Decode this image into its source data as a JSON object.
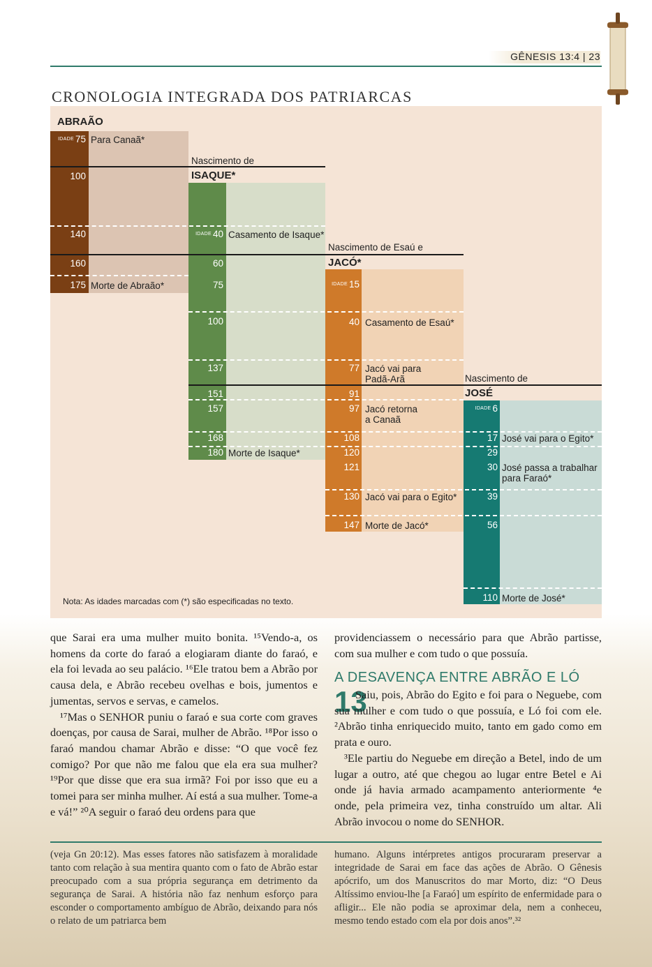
{
  "header": {
    "running_head": "GÊNESIS 13:4  |  23"
  },
  "chart_title": "CRONOLOGIA INTEGRADA DOS PATRIARCAS",
  "chart": {
    "abraao": {
      "name": "ABRAÃO",
      "age_label": "IDADE",
      "rows": [
        {
          "age": "75",
          "text": "Para Canaã*"
        },
        {
          "age": "100",
          "text": ""
        },
        {
          "age": "140",
          "text": ""
        },
        {
          "age": "160",
          "text": ""
        },
        {
          "age": "175",
          "text": "Morte de Abraão*"
        }
      ]
    },
    "isaque": {
      "intro": "Nascimento de",
      "name": "ISAQUE*",
      "age_label": "IDADE",
      "rows": [
        {
          "age": "40",
          "text": "Casamento de Isaque*"
        },
        {
          "age": "60",
          "text": ""
        },
        {
          "age": "75",
          "text": ""
        },
        {
          "age": "100",
          "text": ""
        },
        {
          "age": "137",
          "text": ""
        },
        {
          "age": "151",
          "text": ""
        },
        {
          "age": "157",
          "text": ""
        },
        {
          "age": "168",
          "text": ""
        },
        {
          "age": "180",
          "text": "Morte de Isaque*"
        }
      ]
    },
    "jaco": {
      "intro": "Nascimento de Esaú e",
      "name": "JACÓ*",
      "age_label": "IDADE",
      "rows": [
        {
          "age": "15",
          "text": ""
        },
        {
          "age": "40",
          "text": "Casamento de Esaú*"
        },
        {
          "age": "77",
          "text": "Jacó vai para\nPadã-Arã"
        },
        {
          "age": "91",
          "text": ""
        },
        {
          "age": "97",
          "text": "Jacó retorna\na Canaã"
        },
        {
          "age": "108",
          "text": ""
        },
        {
          "age": "120",
          "text": ""
        },
        {
          "age": "121",
          "text": ""
        },
        {
          "age": "130",
          "text": "Jacó vai para o Egito*"
        },
        {
          "age": "147",
          "text": "Morte de Jacó*"
        }
      ]
    },
    "jose": {
      "intro": "Nascimento de",
      "name": "JOSÉ",
      "age_label": "IDADE",
      "rows": [
        {
          "age": "6",
          "text": ""
        },
        {
          "age": "17",
          "text": "José vai para o Egito*"
        },
        {
          "age": "29",
          "text": ""
        },
        {
          "age": "30",
          "text": "José passa a trabalhar\npara Faraó*"
        },
        {
          "age": "39",
          "text": ""
        },
        {
          "age": "56",
          "text": ""
        },
        {
          "age": "110",
          "text": "Morte de José*"
        }
      ]
    },
    "note": "Nota: As idades marcadas com (*) são especificadas no texto.",
    "colors": {
      "abraao": "#7a3f14",
      "abraao_light": "#dcc4b2",
      "isaque": "#5f8b4a",
      "isaque_light": "#d7ddc9",
      "jaco": "#cf7a2a",
      "jaco_light": "#f1d3b5",
      "jose": "#167a72",
      "jose_light": "#c9dbd6"
    }
  },
  "left_col": {
    "p1": "que Sarai era uma mulher muito bonita. ¹⁵Vendo-a, os homens da corte do faraó a elogiaram diante do faraó, e ela foi levada ao seu palácio. ¹⁶Ele tratou bem a Abrão por causa dela, e Abrão recebeu ovelhas e bois, jumentos e jumentas, servos e servas, e camelos.",
    "p2": "¹⁷Mas o SENHOR puniu o faraó e sua corte com graves doenças, por causa de Sarai, mulher de Abrão. ¹⁸Por isso o faraó mandou chamar Abrão e disse: “O que você fez comigo? Por que não me falou que ela era sua mulher? ¹⁹Por que disse que era sua irmã? Foi por isso que eu a tomei para ser minha mulher. Aí está a sua mulher. Tome-a e vá!” ²⁰A seguir o faraó deu ordens para que"
  },
  "right_col": {
    "p1": "providenciassem o necessário para que Abrão partisse, com sua mulher e com tudo o que possuía.",
    "section_title": "A DESAVENÇA ENTRE ABRÃO E LÓ",
    "chapter": "13",
    "p2": "Saiu, pois, Abrão do Egito e foi para o Neguebe, com sua mulher e com tudo o que possuía, e Ló foi com ele. ²Abrão tinha enriquecido muito, tanto em gado como em prata e ouro.",
    "p3": "³Ele partiu do Neguebe em direção a Betel, indo de um lugar a outro, até que chegou ao lugar entre Betel e Ai onde já havia armado acampamento anteriormente ⁴e onde, pela primeira vez, tinha construído um altar. Ali Abrão invocou o nome do SENHOR."
  },
  "notes": {
    "left": "(veja Gn 20:12). Mas esses fatores não satisfazem à moralidade tanto com relação à sua mentira quanto com o fato de Abrão estar preocupado com a sua própria segurança em detrimento da segurança de Sarai. A história não faz nenhum esforço para esconder o comportamento ambíguo de Abrão, deixando para nós o relato de um patriarca bem",
    "right": "humano. Alguns intérpretes antigos procuraram preservar a integridade de Sarai em face das ações de Abrão. O Gênesis apócrifo, um dos Manuscritos do mar Morto, diz: “O Deus Altíssimo enviou-lhe [a Faraó] um espírito de enfermidade para o afligir... Ele não podia se aproximar dela, nem a conheceu, mesmo tendo estado com ela por dois anos”.³²"
  }
}
